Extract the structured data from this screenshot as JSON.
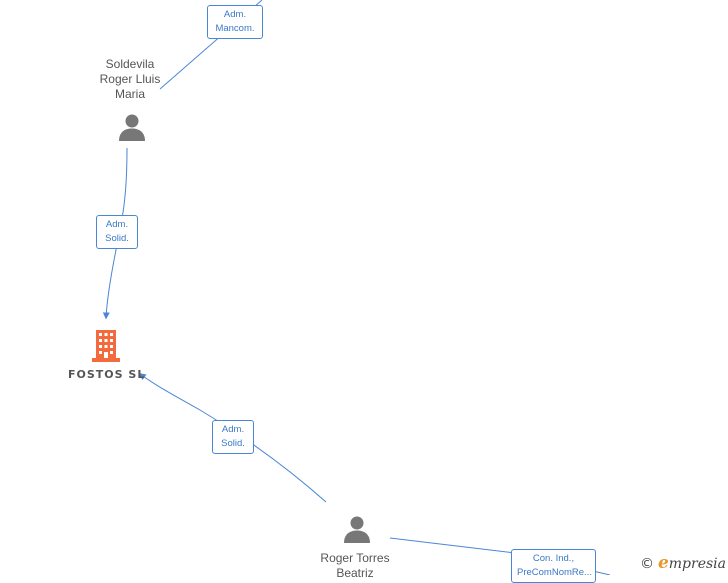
{
  "nodes": {
    "soldevila": {
      "name_lines": [
        "Soldevila",
        "Roger Lluis",
        "Maria"
      ],
      "icon": "person-icon"
    },
    "company": {
      "name": "FOSTOS  SL",
      "icon": "building-icon"
    },
    "roger_torres": {
      "name_lines": [
        "Roger Torres",
        "Beatriz"
      ],
      "icon": "person-icon"
    }
  },
  "edges": {
    "top_to_soldevila": [
      "Adm.",
      "Mancom."
    ],
    "soldevila_to_company": [
      "Adm.",
      "Solid."
    ],
    "roger_to_company": [
      "Adm.",
      "Solid."
    ],
    "roger_to_right": [
      "Con.  Ind.,",
      "PreComNomRe..."
    ]
  },
  "watermark": {
    "copyright": "©",
    "brand_initial": "e",
    "brand_rest": "mpresia"
  },
  "colors": {
    "edge": "#4a86d6",
    "person": "#777777",
    "building": "#f26a3d",
    "label_text": "#3a78c8"
  }
}
